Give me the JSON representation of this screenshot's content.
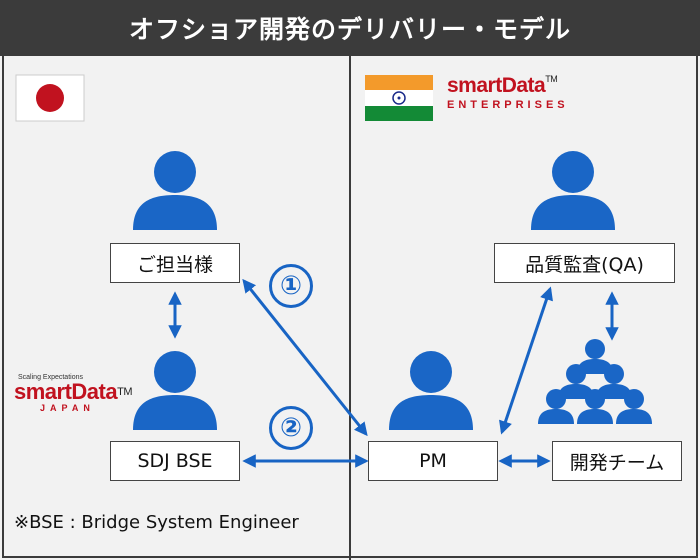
{
  "title": "オフショア開発のデリバリー・モデル",
  "india_logo": {
    "name": "smartData",
    "tm": "TM",
    "sub": "ENTERPRISES"
  },
  "japan_logo": {
    "tagline": "Scaling Expectations",
    "name": "smartData",
    "tm": "TM",
    "sub": "JAPAN"
  },
  "nodes": {
    "client": "ご担当様",
    "sdj_bse": "SDJ BSE",
    "pm": "PM",
    "qa": "品質監査(QA)",
    "dev_team": "開発チーム"
  },
  "step_markers": [
    "①",
    "②"
  ],
  "footnote": "※BSE : Bridge System Engineer",
  "colors": {
    "header_bg": "#3b3b3b",
    "accent_blue": "#1864c4",
    "person_blue": "#1a66c6",
    "logo_red": "#c1121f",
    "panel_bg": "#f2f2f2"
  },
  "icons": [
    "japan-flag-icon",
    "india-flag-icon",
    "person-icon",
    "team-group-icon",
    "arrow-icon"
  ]
}
